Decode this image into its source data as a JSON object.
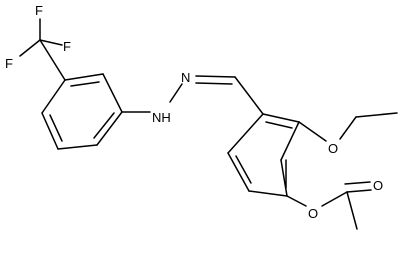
{
  "molecule": {
    "atoms": {
      "f1": "F",
      "f2": "F",
      "f3": "F",
      "n1": "N",
      "nh": "NH",
      "o_ethoxy": "O",
      "o_ester": "O",
      "o_carbonyl": "O"
    },
    "colors": {
      "bond": "#000000",
      "label": "#000000",
      "background": "#ffffff"
    }
  }
}
